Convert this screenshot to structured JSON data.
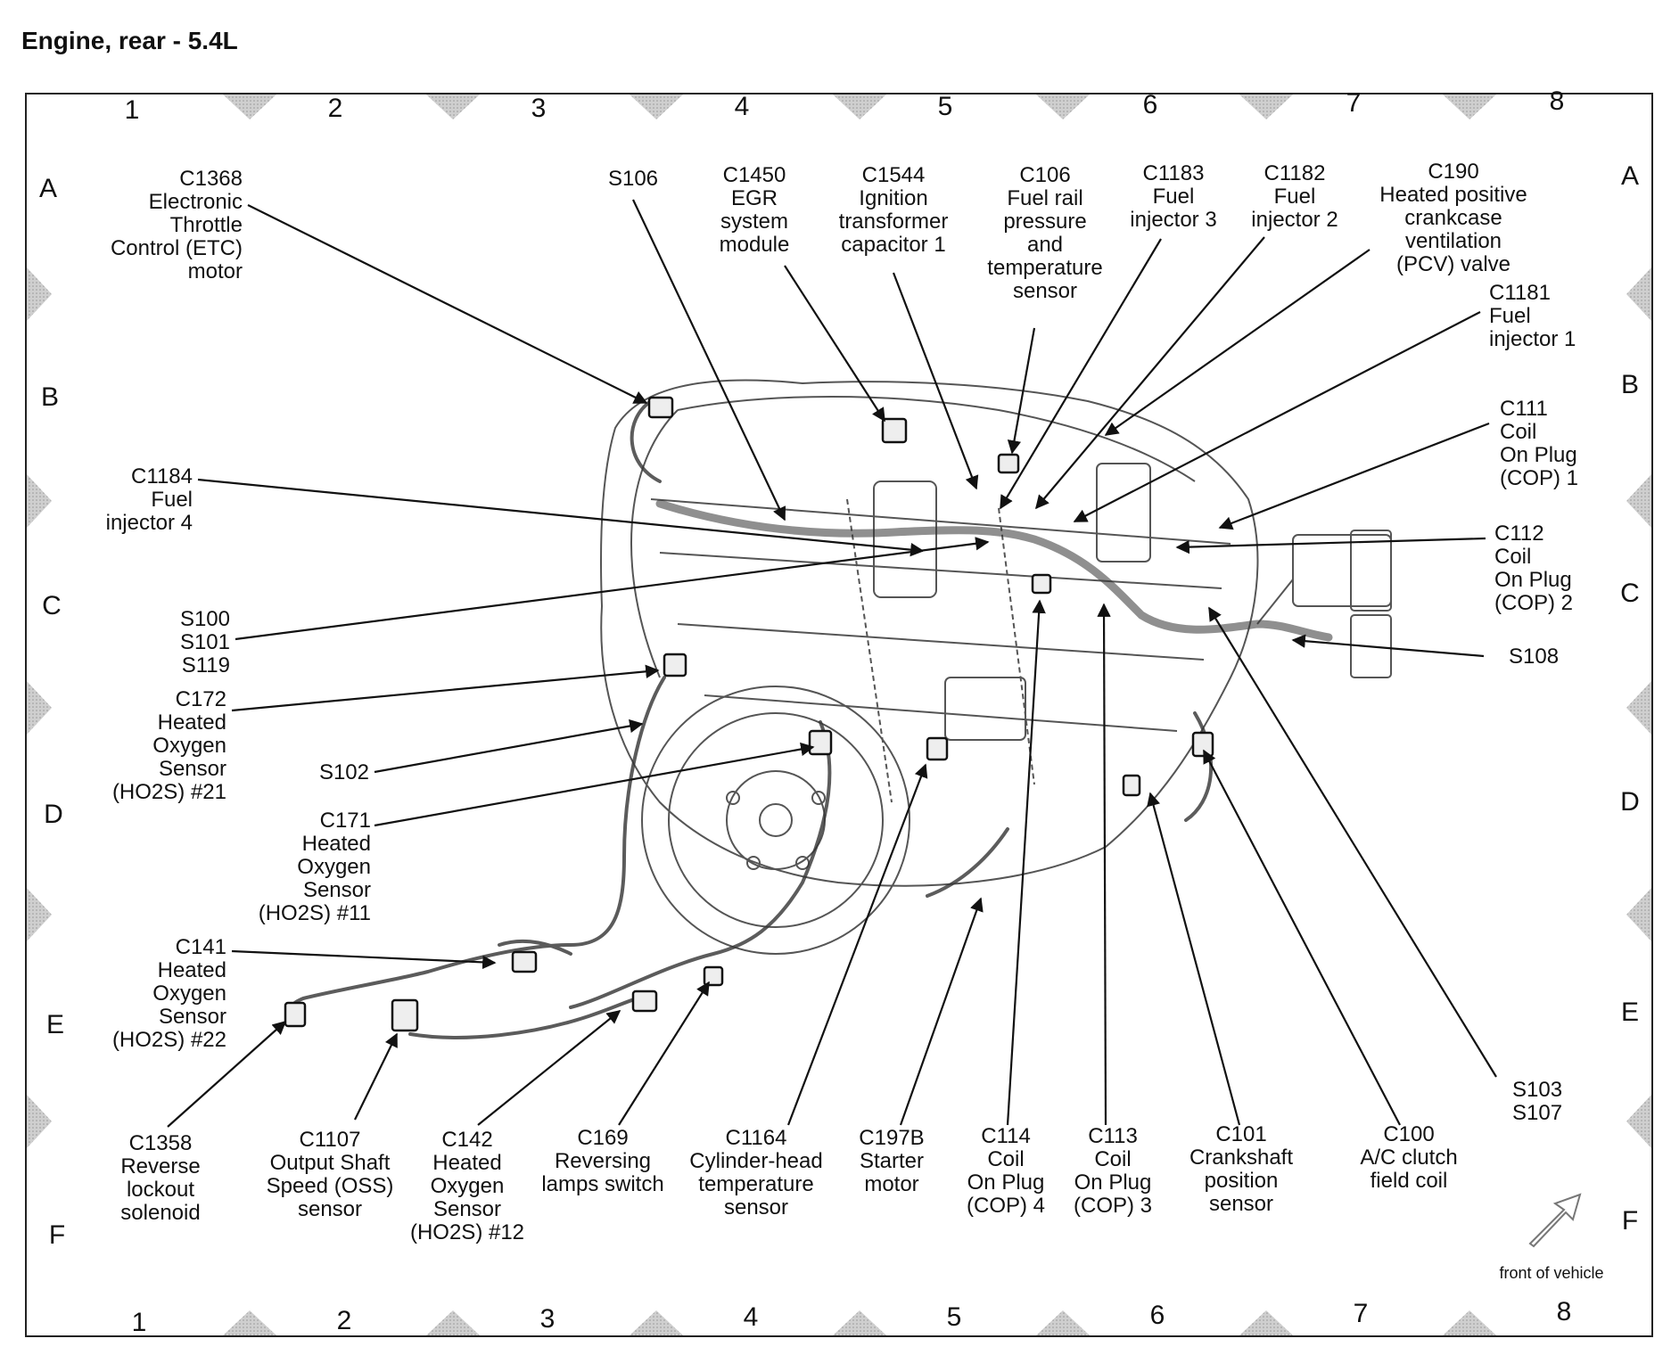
{
  "title": "Engine, rear - 5.4L",
  "grid": {
    "columns": [
      "1",
      "2",
      "3",
      "4",
      "5",
      "6",
      "7",
      "8"
    ],
    "rows": [
      "A",
      "B",
      "C",
      "D",
      "E",
      "F"
    ]
  },
  "front_label": "front of vehicle",
  "callouts": {
    "c1368": "C1368\nElectronic\nThrottle\nControl (ETC)\nmotor",
    "s106": "S106",
    "c1450": "C1450\nEGR\nsystem\nmodule",
    "c1544": "C1544\nIgnition\ntransformer\ncapacitor 1",
    "c106": "C106\nFuel rail\npressure\nand\ntemperature\nsensor",
    "c1183": "C1183\nFuel\ninjector 3",
    "c1182": "C1182\nFuel\ninjector 2",
    "c190": "C190\nHeated positive\ncrankcase\nventilation\n(PCV) valve",
    "c1181": "C1181\nFuel\ninjector 1",
    "c111": "C111\nCoil\nOn Plug\n(COP) 1",
    "c112": "C112\nCoil\nOn Plug\n(COP) 2",
    "s108": "S108",
    "c1184": "C1184\nFuel\ninjector 4",
    "s100": "S100\nS101\nS119",
    "c172": "C172\nHeated\nOxygen\nSensor\n(HO2S) #21",
    "s102": "S102",
    "c171": "C171\nHeated\nOxygen\nSensor\n(HO2S) #11",
    "c141": "C141\nHeated\nOxygen\nSensor\n(HO2S) #22",
    "s103": "S103\nS107",
    "c1358": "C1358\nReverse\nlockout\nsolenoid",
    "c1107": "C1107\nOutput Shaft\nSpeed (OSS)\nsensor",
    "c142": "C142\nHeated\nOxygen\nSensor\n(HO2S) #12",
    "c169": "C169\nReversing\nlamps switch",
    "c1164": "C1164\nCylinder-head\ntemperature\nsensor",
    "c197b": "C197B\nStarter\nmotor",
    "c114": "C114\nCoil\nOn Plug\n(COP) 4",
    "c113": "C113\nCoil\nOn Plug\n(COP) 3",
    "c101": "C101\nCrankshaft\nposition\nsensor",
    "c100": "C100\nA/C clutch\nfield coil"
  }
}
